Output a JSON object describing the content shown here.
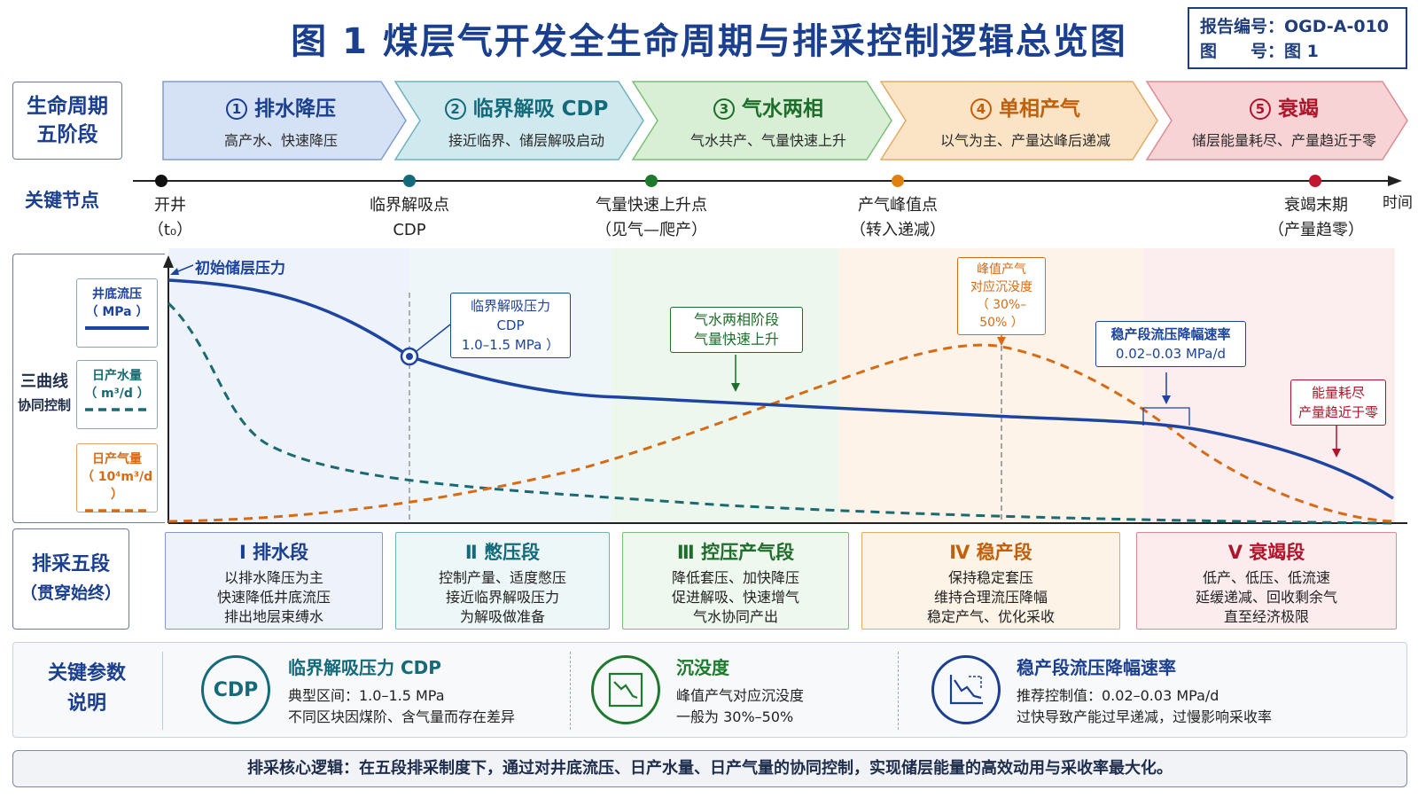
{
  "header": {
    "title": "图 1  煤层气开发全生命周期与排采控制逻辑总览图",
    "report_no": "报告编号：OGD-A-010",
    "figure_no": "图　　号：图 1"
  },
  "labels": {
    "lifecycle": [
      "生命周期",
      "五阶段"
    ],
    "key_nodes": "关键节点",
    "three_curves": [
      "三曲线",
      "协同控制"
    ],
    "five_stages": [
      "排采五段",
      "（贯穿始终）"
    ],
    "key_params": [
      "关键参数",
      "说明"
    ],
    "time_axis": "时间"
  },
  "phases": [
    {
      "num": "1",
      "title": "排水降压",
      "sub": "高产水、快速降压",
      "color": "#1a3f8f",
      "fill": "#d5e1f5"
    },
    {
      "num": "2",
      "title": "临界解吸 CDP",
      "sub": "接近临界、储层解吸启动",
      "color": "#136a7a",
      "fill": "#cfe9ee"
    },
    {
      "num": "3",
      "title": "气水两相",
      "sub": "气水共产、气量快速上升",
      "color": "#1d6e2a",
      "fill": "#d8efd6"
    },
    {
      "num": "4",
      "title": "单相产气",
      "sub": "以气为主、产量达峰后递减",
      "color": "#c25f0a",
      "fill": "#fbe3c5"
    },
    {
      "num": "5",
      "title": "衰竭",
      "sub": "储层能量耗尽、产量趋近于零",
      "color": "#b0142a",
      "fill": "#f8d3d6"
    }
  ],
  "nodes": [
    {
      "line1": "开井",
      "line2": "（t₀）",
      "color": "#111111"
    },
    {
      "line1": "临界解吸点",
      "line2": "CDP",
      "color": "#136a7a"
    },
    {
      "line1": "气量快速上升点",
      "line2": "（见气—爬产）",
      "color": "#1d7a2c"
    },
    {
      "line1": "产气峰值点",
      "line2": "（转入递减）",
      "color": "#e0810f"
    },
    {
      "line1": "衰竭末期",
      "line2": "（产量趋零）",
      "color": "#c2152f"
    }
  ],
  "legend": {
    "pwf": [
      "井底流压",
      "（ MPa ）"
    ],
    "water": [
      "日产水量",
      "（ m³/d ）"
    ],
    "gas": [
      "日产气量",
      "（ 10⁴m³/d ）"
    ]
  },
  "colors": {
    "pressure": "#1c44a0",
    "water": "#1a6a72",
    "gas": "#d86a14"
  },
  "annotations": {
    "initial_pressure": "初始储层压力",
    "cdp": [
      "临界解吸压力",
      "CDP",
      "1.0–1.5 MPa ）"
    ],
    "two_phase": [
      "气水两相阶段",
      "气量快速上升"
    ],
    "peak": [
      "峰值产气",
      "对应沉没度",
      "（ 30%–50% ）"
    ],
    "rate": [
      "稳产段流压降幅速率",
      "0.02–0.03 MPa/d"
    ],
    "depleted": [
      "能量耗尽",
      "产量趋近于零"
    ]
  },
  "stages": [
    {
      "title": "Ⅰ  排水段",
      "lines": [
        "以排水降压为主",
        "快速降低井底流压",
        "排出地层束缚水"
      ],
      "color": "#1a3f8f",
      "fill": "#eef3fb"
    },
    {
      "title": "Ⅱ  憋压段",
      "lines": [
        "控制产量、适度憋压",
        "接近临界解吸压力",
        "为解吸做准备"
      ],
      "color": "#136a7a",
      "fill": "#eef7f8"
    },
    {
      "title": "Ⅲ 控压产气段",
      "lines": [
        "降低套压、加快降压",
        "促进解吸、快速增气",
        "气水协同产出"
      ],
      "color": "#1d6e2a",
      "fill": "#eff8ee"
    },
    {
      "title": "Ⅳ 稳产段",
      "lines": [
        "保持稳定套压",
        "维持合理流压降幅",
        "稳定产气、优化采收"
      ],
      "color": "#c25f0a",
      "fill": "#fdf3e6"
    },
    {
      "title": "Ⅴ 衰竭段",
      "lines": [
        "低产、低压、低流速",
        "延缓递减、回收剩余气",
        "直至经济极限"
      ],
      "color": "#b0142a",
      "fill": "#fcecee"
    }
  ],
  "params": [
    {
      "icon_text": "CDP",
      "title": "临界解吸压力 CDP",
      "l1": "典型区间：1.0–1.5 MPa",
      "l2": "不同区块因煤阶、含气量而存在差异",
      "color": "#136a7a"
    },
    {
      "title": "沉没度",
      "l1": "峰值产气对应沉没度",
      "l2": "一般为 30%–50%",
      "color": "#1d7a2c"
    },
    {
      "title": "稳产段流压降幅速率",
      "l1": "推荐控制值：0.02–0.03 MPa/d",
      "l2": "过快导致产能过早递减，过慢影响采收率",
      "color": "#1a3f8f"
    }
  ],
  "core_logic": "排采核心逻辑：在五段排采制度下，通过对井底流压、日产水量、日产气量的协同控制，实现储层能量的高效动用与采收率最大化。"
}
